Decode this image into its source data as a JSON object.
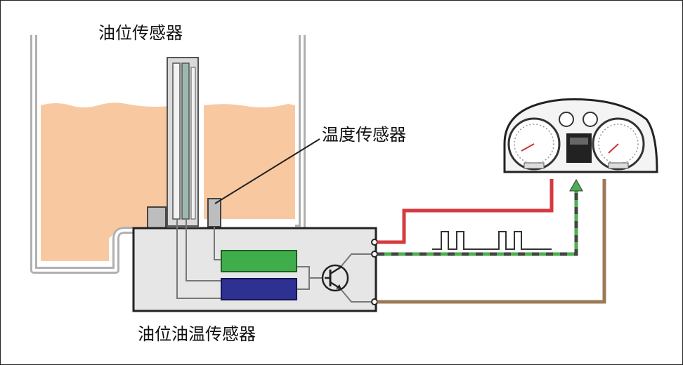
{
  "labels": {
    "oil_level_sensor": "油位传感器",
    "temperature_sensor": "温度传感器",
    "oil_level_temp_sensor": "油位油温传感器"
  },
  "colors": {
    "oil": "#f8c9a0",
    "tank_wall": "#b0b0b0",
    "housing": "#e6e6e6",
    "green_module": "#3fae4a",
    "blue_module": "#2e3192",
    "red_wire": "#d63a3f",
    "brown_wire": "#9b7a55",
    "signal_wire_green": "#4caf50",
    "signal_wire_dark": "#444444"
  },
  "icons": {
    "transistor": "npn-transistor-icon",
    "cluster": "instrument-cluster-icon",
    "arrow": "arrow-up-icon"
  }
}
